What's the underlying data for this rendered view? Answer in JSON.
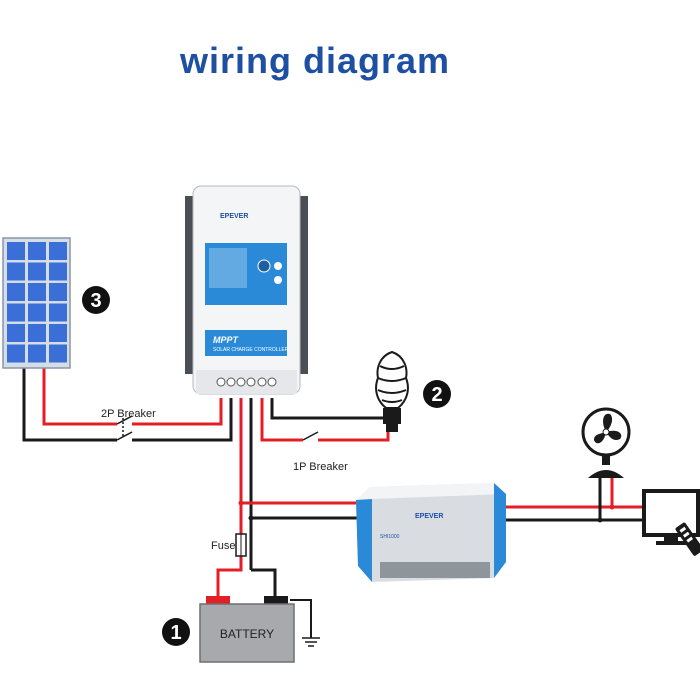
{
  "title": "wiring diagram",
  "labels": {
    "breaker_2p": "2P Breaker",
    "breaker_1p": "1P Breaker",
    "fuse": "Fuse",
    "battery": "BATTERY"
  },
  "markers": {
    "battery": "1",
    "lamp": "2",
    "solar": "3"
  },
  "controller": {
    "brand": "EPEVER",
    "model": "MPPT",
    "subtitle": "SOLAR CHARGE CONTROLLER"
  },
  "inverter": {
    "brand": "EPEVER",
    "model": "SHI1000"
  },
  "colors": {
    "positive_wire": "#e41e26",
    "negative_wire": "#1a1a1a",
    "title": "#1d4fa3",
    "accent_blue": "#2a8ad8"
  }
}
